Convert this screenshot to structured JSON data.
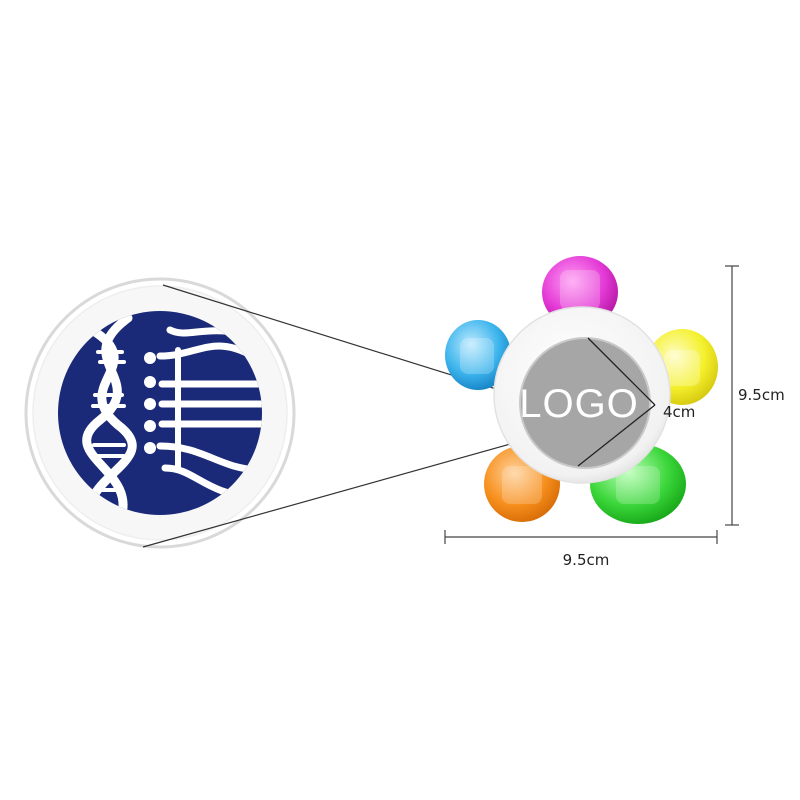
{
  "product": {
    "logo_placeholder": "LOGO",
    "emblem": "dna-helix-emblem"
  },
  "dimensions": {
    "width_label": "9.5cm",
    "height_label": "9.5cm",
    "logo_diameter_label": "4cm"
  },
  "colors": {
    "pink": "#e43ad6",
    "blue": "#3cb4ec",
    "yellow": "#f4f02c",
    "orange": "#f7901e",
    "green": "#3bd63a",
    "emblem_navy": "#1b2a78",
    "logo_disc": "#a6a6a6",
    "housing": "#f4f4f4"
  }
}
